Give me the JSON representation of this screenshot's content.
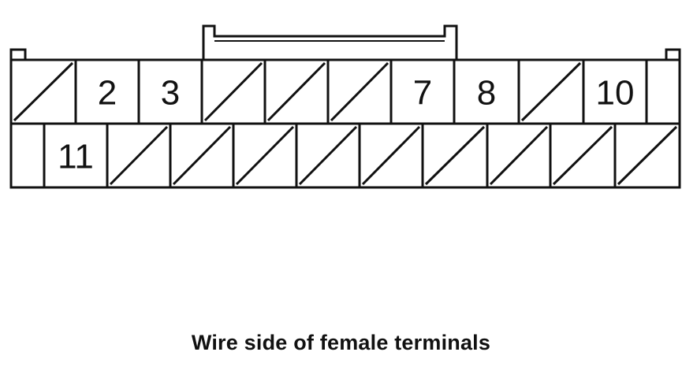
{
  "caption": "Wire side of female terminals",
  "connector": {
    "rows": [
      [
        {
          "label": "",
          "blank": true
        },
        {
          "label": "2",
          "blank": false
        },
        {
          "label": "3",
          "blank": false
        },
        {
          "label": "",
          "blank": true
        },
        {
          "label": "",
          "blank": true
        },
        {
          "label": "",
          "blank": true
        },
        {
          "label": "7",
          "blank": false
        },
        {
          "label": "8",
          "blank": false
        },
        {
          "label": "",
          "blank": true
        },
        {
          "label": "10",
          "blank": false
        },
        {
          "label": "",
          "blank": false
        }
      ],
      [
        {
          "label": "",
          "blank": false
        },
        {
          "label": "11",
          "blank": false
        },
        {
          "label": "",
          "blank": true
        },
        {
          "label": "",
          "blank": true
        },
        {
          "label": "",
          "blank": true
        },
        {
          "label": "",
          "blank": true
        },
        {
          "label": "",
          "blank": true
        },
        {
          "label": "",
          "blank": true
        },
        {
          "label": "",
          "blank": true
        },
        {
          "label": "",
          "blank": true
        },
        {
          "label": "",
          "blank": true
        }
      ]
    ],
    "line_color": "#111111"
  }
}
